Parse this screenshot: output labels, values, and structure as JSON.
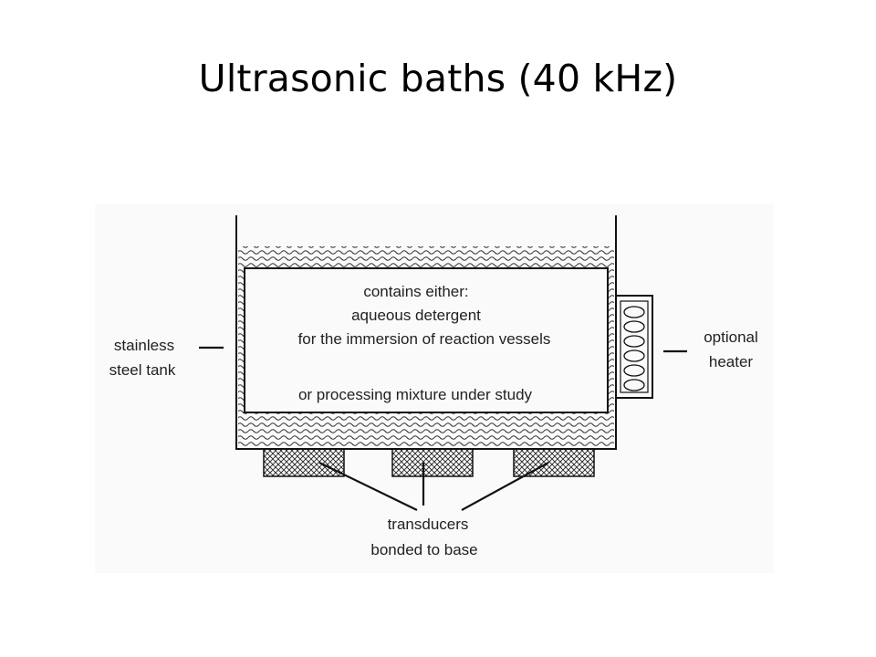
{
  "slide": {
    "title": "Ultrasonic baths (40 kHz)"
  },
  "diagram": {
    "inner_text": {
      "line1": "contains either:",
      "line2": "aqueous detergent",
      "line3": "for the immersion of reaction vessels",
      "line4": "or processing mixture under study"
    },
    "labels": {
      "tank_line1": "stainless",
      "tank_line2": "steel tank",
      "heater_line1": "optional",
      "heater_line2": "heater",
      "transducers_line1": "transducers",
      "transducers_line2": "bonded to base"
    },
    "colors": {
      "line": "#111111",
      "figure_bg": "#fafafa"
    }
  }
}
